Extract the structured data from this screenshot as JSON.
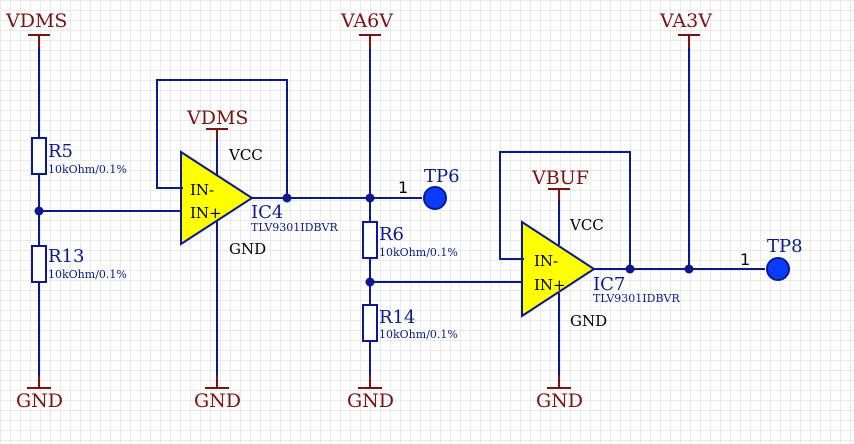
{
  "power": {
    "vdms_left": "VDMS",
    "va6v": "VA6V",
    "va3v": "VA3V",
    "vdms_ic4": "VDMS",
    "vbuf_ic7": "VBUF",
    "gnd": "GND"
  },
  "resistors": {
    "r5": {
      "ref": "R5",
      "value": "10kOhm/0.1%"
    },
    "r13": {
      "ref": "R13",
      "value": "10kOhm/0.1%"
    },
    "r6": {
      "ref": "R6",
      "value": "10kOhm/0.1%"
    },
    "r14": {
      "ref": "R14",
      "value": "10kOhm/0.1%"
    }
  },
  "ics": {
    "ic4": {
      "ref": "IC4",
      "part": "TLV9301IDBVR",
      "vcc": "VCC",
      "gnd": "GND",
      "in_minus": "IN-",
      "in_plus": "IN+"
    },
    "ic7": {
      "ref": "IC7",
      "part": "TLV9301IDBVR",
      "vcc": "VCC",
      "gnd": "GND",
      "in_minus": "IN-",
      "in_plus": "IN+"
    }
  },
  "testpoints": {
    "tp6": {
      "ref": "TP6",
      "pin": "1"
    },
    "tp8": {
      "ref": "TP8",
      "pin": "1"
    }
  }
}
